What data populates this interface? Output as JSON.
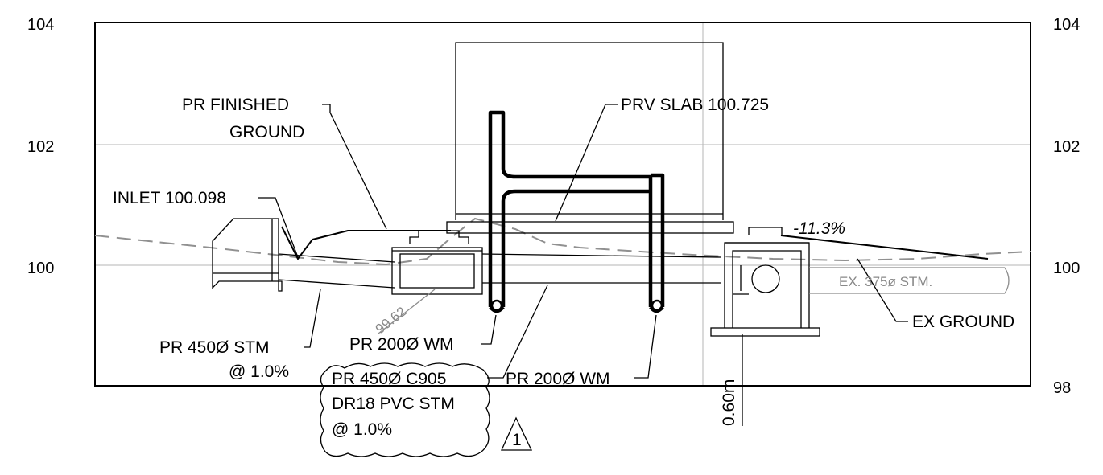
{
  "axis": {
    "left_ticks": [
      "104",
      "102",
      "100"
    ],
    "right_ticks": [
      "104",
      "102",
      "100",
      "98"
    ]
  },
  "labels": {
    "pr_finished_line1": "PR FINISHED",
    "pr_finished_line2": "GROUND",
    "prv_slab": "PRV SLAB 100.725",
    "inlet": "INLET 100.098",
    "slope": "-11.3%",
    "ex_stm": "EX.  375ø  STM.",
    "ex_ground": "EX GROUND",
    "pr450_stm": "PR 450Ø STM",
    "pr450_slope": "@ 1.0%",
    "wm_left": "PR 200Ø WM",
    "wm_right": "PR 200Ø WM",
    "elev_9962": "99.62",
    "depth": "0.60m",
    "c905_line1": "PR 450Ø C905",
    "c905_line2": "DR18 PVC STM",
    "c905_line3": "@ 1.0%",
    "revision": "1"
  }
}
